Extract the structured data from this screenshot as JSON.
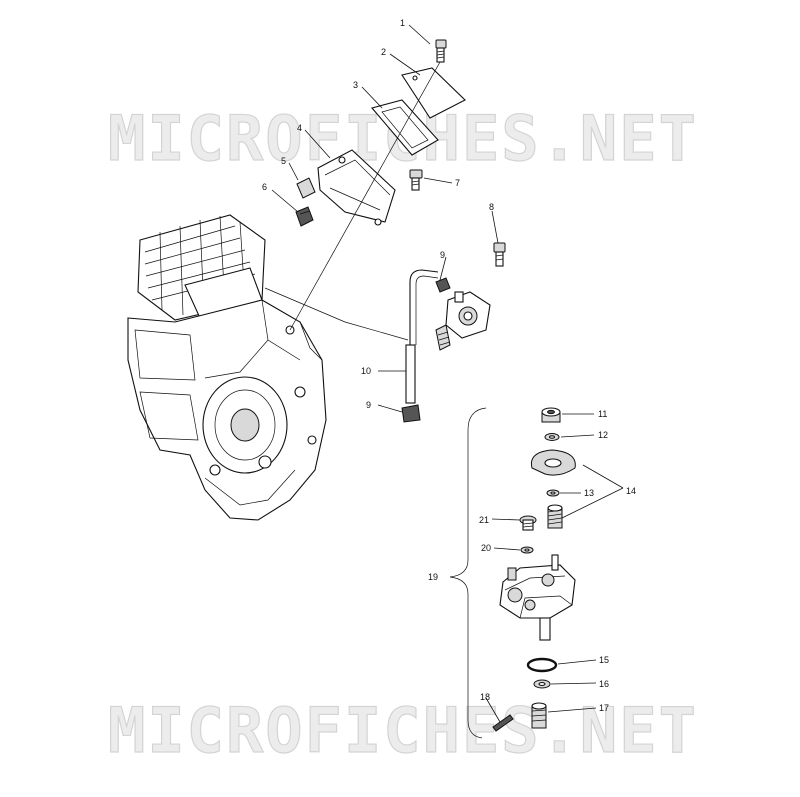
{
  "watermark": {
    "text": "MICROFICHES.NET"
  },
  "callouts": {
    "c1": "1",
    "c2": "2",
    "c3": "3",
    "c4": "4",
    "c5": "5",
    "c6": "6",
    "c7": "7",
    "c8": "8",
    "c9a": "9",
    "c9b": "9",
    "c10": "10",
    "c11": "11",
    "c12": "12",
    "c13": "13",
    "c14": "14",
    "c15": "15",
    "c16": "16",
    "c17": "17",
    "c18": "18",
    "c19": "19",
    "c20": "20",
    "c21": "21"
  }
}
